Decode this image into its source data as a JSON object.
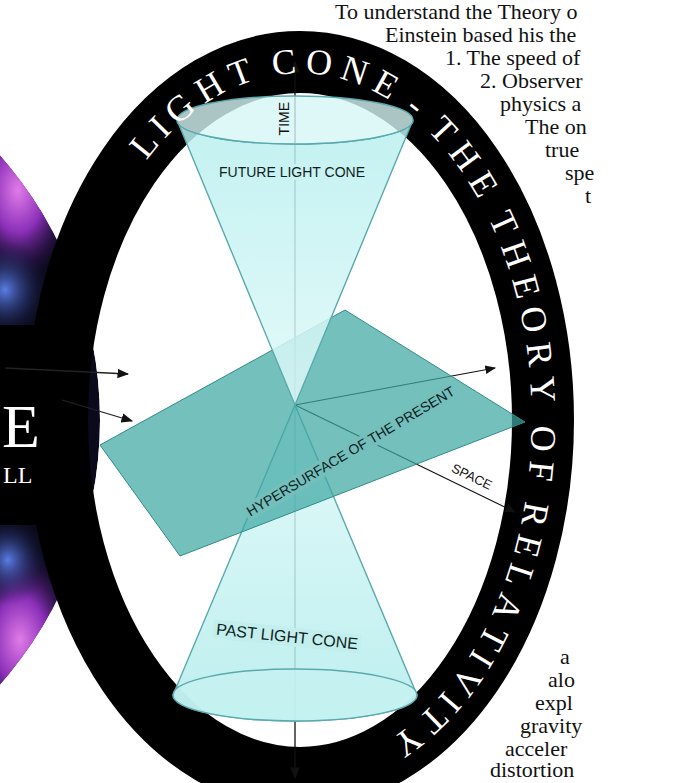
{
  "diagram": {
    "title": "LIGHT CONE - THE THEORY OF RELATIVITY",
    "nodes": [
      {
        "text": [
          "FUTURE LIGHT CONE"
        ]
      },
      {
        "text": [
          "HYPERSURFACE OF THE PRESENT"
        ]
      },
      {
        "text": [
          "PAST LIGHT CONE"
        ]
      }
    ],
    "labels": [
      "TIME",
      "SPACE",
      "E",
      "LL",
      "To understand the Theory o",
      "Einstein based his the",
      "1. The speed of",
      "2. Observer",
      "physics a",
      "The on",
      "true",
      "spe",
      "t",
      "a",
      "alo",
      "expl",
      "gravity",
      "acceler",
      "distortion"
    ]
  }
}
